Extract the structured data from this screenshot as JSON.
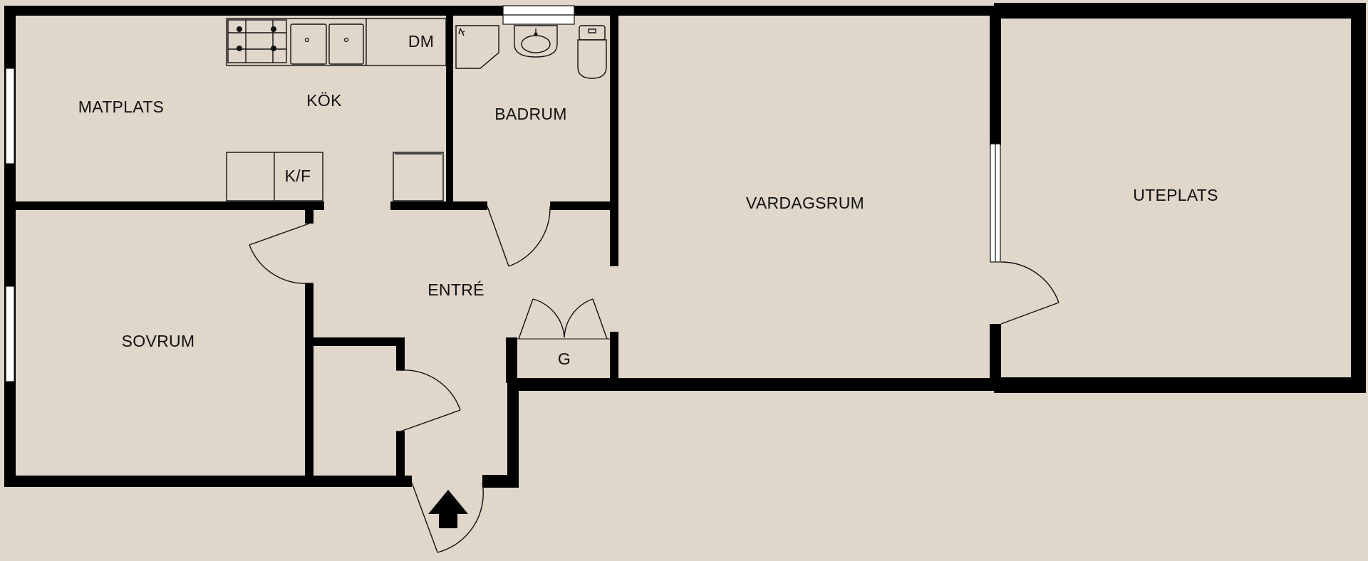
{
  "plan": {
    "rooms": {
      "matplats": "MATPLATS",
      "kok": "KÖK",
      "badrum": "BADRUM",
      "vardagsrum": "VARDAGSRUM",
      "uteplats": "UTEPLATS",
      "sovrum": "SOVRUM",
      "entre": "ENTRÉ",
      "garderob": "G"
    },
    "appliances": {
      "dishwasher": "DM",
      "fridge_freezer": "K/F"
    },
    "icons": {
      "entrance": "entrance-arrow-icon"
    },
    "colors": {
      "background": "#e0d6ca",
      "walls": "#000000"
    }
  }
}
